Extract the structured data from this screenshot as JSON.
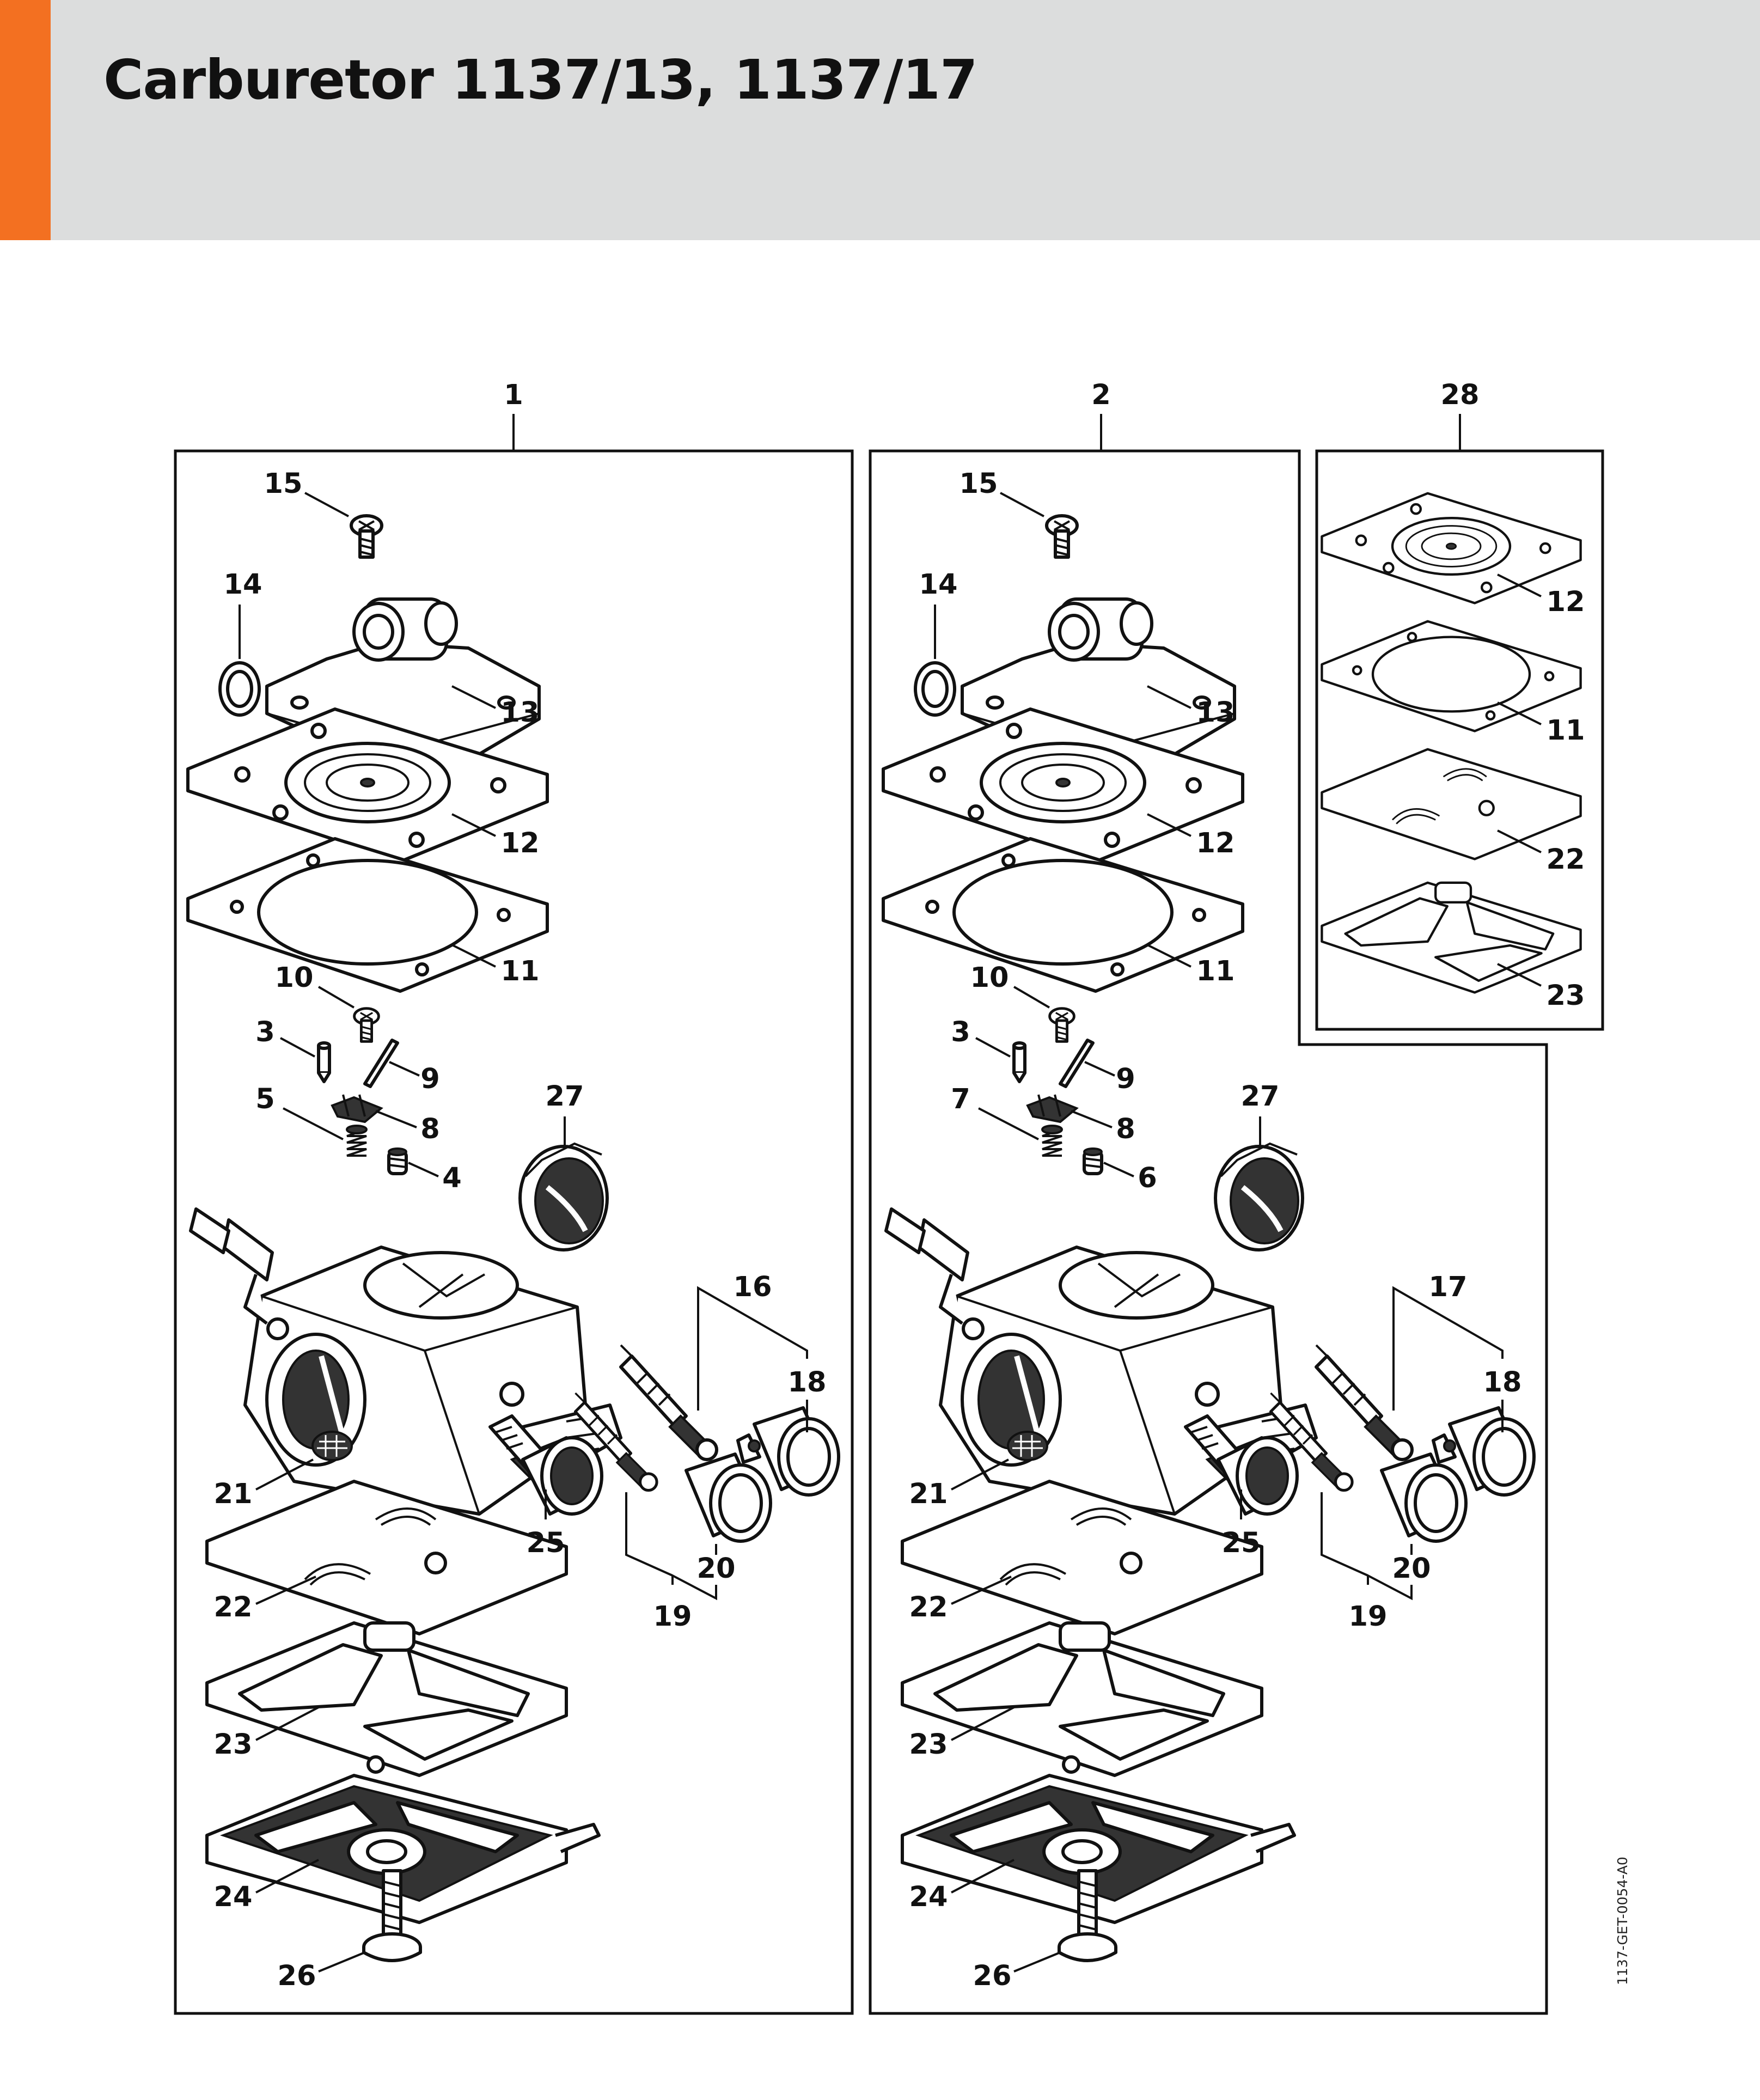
{
  "header": {
    "title": "Carburetor 1137/13, 1137/17",
    "accent_color": "#f37021",
    "bar_color": "#dcdddd"
  },
  "drawing_code": "1137-GET-0054-A0",
  "groups": [
    {
      "id": "1",
      "label": "1"
    },
    {
      "id": "2",
      "label": "2"
    },
    {
      "id": "28",
      "label": "28"
    }
  ],
  "panel_a": {
    "callouts": {
      "p15": "15",
      "p14": "14",
      "p13": "13",
      "p12": "12",
      "p11": "11",
      "p10": "10",
      "p3": "3",
      "p9": "9",
      "p5": "5",
      "p8": "8",
      "p4": "4",
      "p27": "27",
      "p16": "16",
      "p18": "18",
      "p21": "21",
      "p25": "25",
      "p20": "20",
      "p22": "22",
      "p19": "19",
      "p23": "23",
      "p24": "24",
      "p26": "26"
    }
  },
  "panel_b": {
    "callouts": {
      "p15": "15",
      "p14": "14",
      "p13": "13",
      "p12": "12",
      "p11": "11",
      "p10": "10",
      "p3": "3",
      "p9": "9",
      "p7": "7",
      "p8": "8",
      "p6": "6",
      "p27": "27",
      "p17": "17",
      "p18": "18",
      "p21": "21",
      "p25": "25",
      "p20": "20",
      "p22": "22",
      "p19": "19",
      "p23": "23",
      "p24": "24",
      "p26": "26"
    }
  },
  "panel_c": {
    "callouts": {
      "p12": "12",
      "p11": "11",
      "p22": "22",
      "p23": "23"
    }
  }
}
